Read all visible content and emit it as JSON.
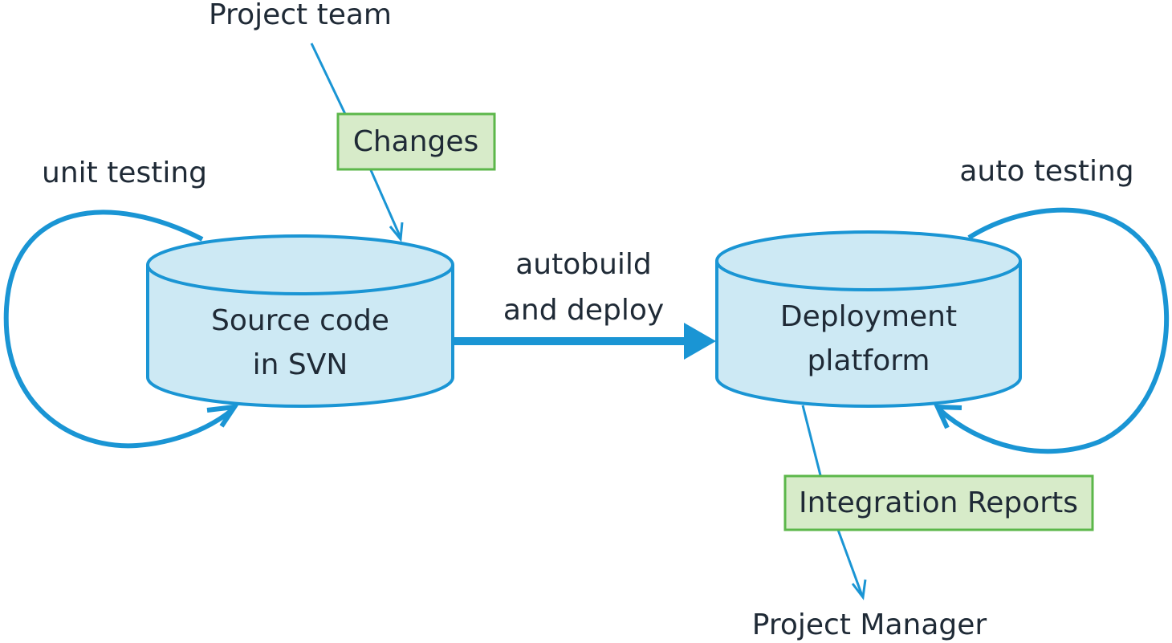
{
  "diagram": {
    "project_team": "Project team",
    "changes": "Changes",
    "unit_testing": "unit testing",
    "auto_testing": "auto testing",
    "source_line1": "Source code",
    "source_line2": "in SVN",
    "deploy_line1": "Deployment",
    "deploy_line2": "platform",
    "arrow_line1": "autobuild",
    "arrow_line2": "and deploy",
    "integration_reports": "Integration Reports",
    "project_manager": "Project Manager"
  },
  "colors": {
    "line": "#1a95d4",
    "cylinder_fill": "#cde9f4",
    "note_fill": "#d7ebc9",
    "note_border": "#5cb74a",
    "text": "#1f2a36"
  }
}
